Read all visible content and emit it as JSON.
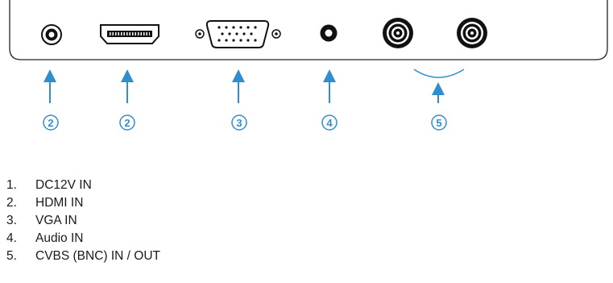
{
  "callouts": [
    {
      "label": "2"
    },
    {
      "label": "2"
    },
    {
      "label": "3"
    },
    {
      "label": "4"
    },
    {
      "label": "5"
    }
  ],
  "legend": [
    {
      "num": "1.",
      "text": "DC12V IN"
    },
    {
      "num": "2.",
      "text": "HDMI IN"
    },
    {
      "num": "3.",
      "text": "VGA IN"
    },
    {
      "num": "4.",
      "text": "Audio IN"
    },
    {
      "num": "5.",
      "text": "CVBS (BNC) IN / OUT"
    }
  ],
  "colors": {
    "accent": "#2f8fce",
    "outline": "#222222"
  }
}
